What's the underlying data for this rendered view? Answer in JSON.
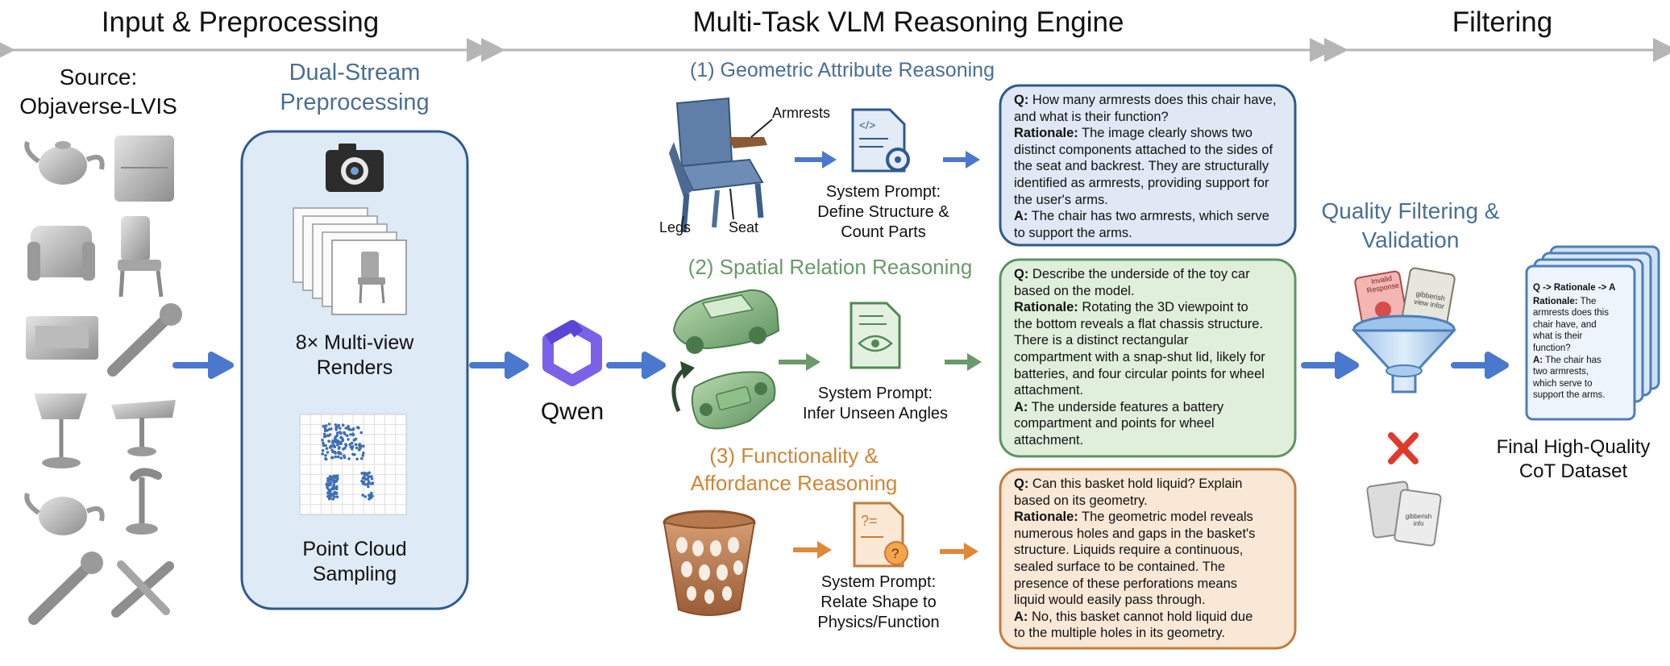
{
  "headers": {
    "input": "Input & Preprocessing",
    "engine": "Multi-Task VLM Reasoning Engine",
    "filtering": "Filtering"
  },
  "source": {
    "line1": "Source:",
    "line2": "Objaverse-LVIS"
  },
  "dual_stream": {
    "line1": "Dual-Stream",
    "line2": "Preprocessing"
  },
  "renders": {
    "line1": "8× Multi-view",
    "line2": "Renders"
  },
  "point_cloud": {
    "line1": "Point Cloud",
    "line2": "Sampling"
  },
  "qwen": {
    "label": "Qwen"
  },
  "tasks": {
    "geometric": {
      "title": "(1) Geometric Attribute Reasoning",
      "labels": {
        "armrests": "Armrests",
        "legs": "Legs",
        "seat": "Seat"
      },
      "prompt": [
        "System Prompt:",
        "Define Structure &",
        "Count Parts"
      ]
    },
    "spatial": {
      "title": "(2) Spatial Relation Reasoning",
      "prompt": [
        "System Prompt:",
        "Infer Unseen Angles"
      ]
    },
    "function": {
      "title1": "(3) Functionality &",
      "title2": "Affordance Reasoning",
      "prompt": [
        "System Prompt:",
        "Relate Shape to",
        "Physics/Function"
      ]
    }
  },
  "qa": {
    "geometric": {
      "q_label": "Q:",
      "q": [
        " How many armrests does this chair have,",
        "and what is their function?"
      ],
      "r_label": "Rationale:",
      "r": [
        " The image clearly shows two",
        "distinct components attached to the sides of",
        "the seat and backrest. They are structurally",
        "identified as armrests, providing support for",
        "the user's arms."
      ],
      "a_label": "A:",
      "a": [
        " The chair has two armrests, which serve",
        "to support the arms."
      ]
    },
    "spatial": {
      "q_label": "Q:",
      "q": [
        " Describe the underside of the toy car",
        "based on the model."
      ],
      "r_label": "Rationale:",
      "r": [
        " Rotating the 3D viewpoint to",
        "the bottom reveals a flat chassis structure.",
        "There is a distinct rectangular",
        "compartment with a snap-shut lid, likely for",
        "batteries, and four circular points for wheel",
        "attachment."
      ],
      "a_label": "A:",
      "a": [
        " The underside features a battery",
        "compartment and points for wheel",
        "attachment."
      ]
    },
    "function": {
      "q_label": "Q:",
      "q": [
        " Can this basket hold liquid? Explain",
        "based on its geometry."
      ],
      "r_label": "Rationale:",
      "r": [
        " The geometric model reveals",
        "numerous holes and gaps in the basket's",
        "structure. Liquids require a continuous,",
        "sealed surface to be contained. The",
        "presence of these perforations means",
        "liquid would easily pass through."
      ],
      "a_label": "A:",
      "a": [
        " No, this basket cannot hold liquid due",
        "to the multiple holes in its geometry."
      ]
    }
  },
  "quality": {
    "line1": "Quality Filtering &",
    "line2": "Validation",
    "card1": [
      "Invalid",
      "Response"
    ],
    "card2": [
      "gibberish",
      "view infor"
    ],
    "rejected_card": [
      "gibberish",
      "info"
    ]
  },
  "final": {
    "line1": "Final High-Quality",
    "line2": "CoT Dataset",
    "card_header": "Q -> Rationale -> A",
    "card_r_label": "Rationale:",
    "card_r": [
      " The",
      "armrests does this",
      "chair have, and",
      "what is their",
      "function?"
    ],
    "card_a_label": "A:",
    "card_a": [
      " The chair has",
      "two armrests,",
      "which serve to",
      "support the arms."
    ]
  },
  "colors": {
    "blue": "#2e5a8e",
    "green": "#5e9462",
    "orange": "#c57b3c",
    "arrow": "#4a78cf"
  }
}
